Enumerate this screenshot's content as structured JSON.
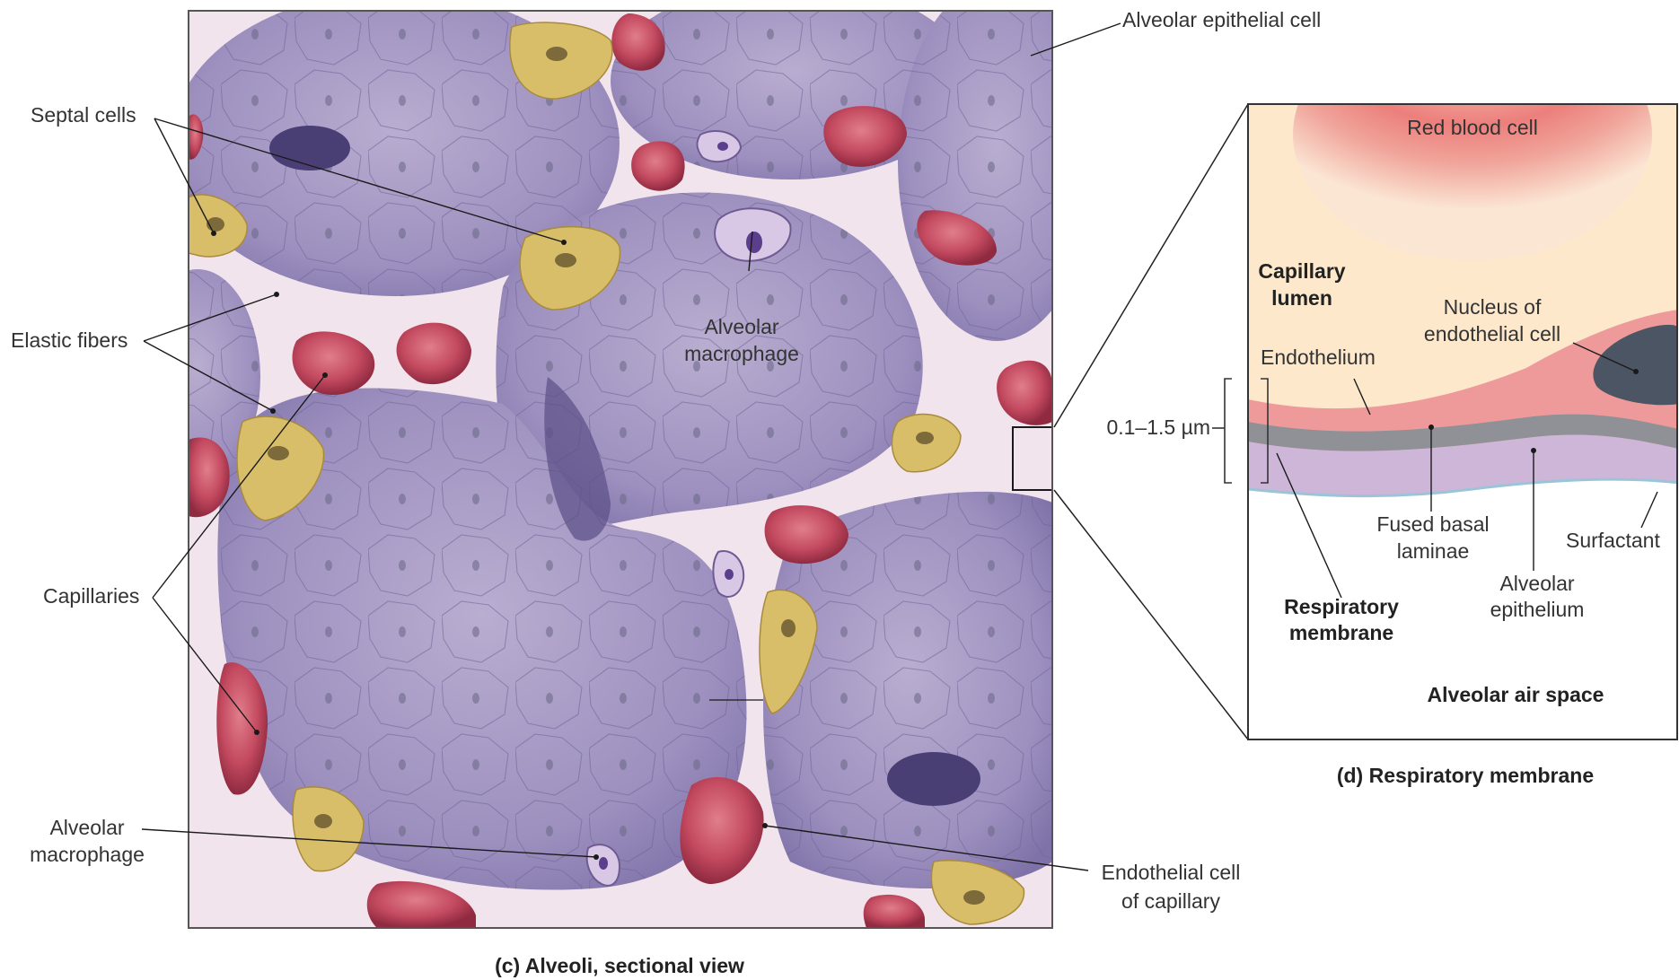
{
  "panel_c": {
    "caption": "(c) Alveoli, sectional view",
    "labels": {
      "alveolar_epithelial_cell": "Alveolar epithelial cell",
      "septal_cells": "Septal cells",
      "alveolar_macrophage_center_line1": "Alveolar",
      "alveolar_macrophage_center_line2": "macrophage",
      "elastic_fibers": "Elastic fibers",
      "capillaries": "Capillaries",
      "alveolar_macrophage_left_line1": "Alveolar",
      "alveolar_macrophage_left_line2": "macrophage",
      "endothelial_cell_line1": "Endothelial cell",
      "endothelial_cell_line2": "of capillary"
    }
  },
  "panel_d": {
    "caption": "(d) Respiratory membrane",
    "labels": {
      "red_blood_cell": "Red blood cell",
      "capillary_lumen_line1": "Capillary",
      "capillary_lumen_line2": "lumen",
      "nucleus_line1": "Nucleus of",
      "nucleus_line2": "endothelial cell",
      "endothelium": "Endothelium",
      "thickness": "0.1–1.5 µm",
      "fused_basal_line1": "Fused basal",
      "fused_basal_line2": "laminae",
      "surfactant": "Surfactant",
      "alveolar_epithelium_line1": "Alveolar",
      "alveolar_epithelium_line2": "epithelium",
      "respiratory_membrane_line1": "Respiratory",
      "respiratory_membrane_line2": "membrane",
      "alveolar_air_space": "Alveolar air space"
    }
  },
  "colors": {
    "alveolus_fill": "#8f82b4",
    "septum": "#f3e3ec",
    "capillary_red": "#c9485e",
    "septal_cell_gold": "#d9be6a",
    "endothelium_pink": "#ef9a9a",
    "basal_gray": "#8f9196",
    "epithelium_lilac": "#cdb6d8",
    "nucleus_dark": "#4c5563"
  }
}
